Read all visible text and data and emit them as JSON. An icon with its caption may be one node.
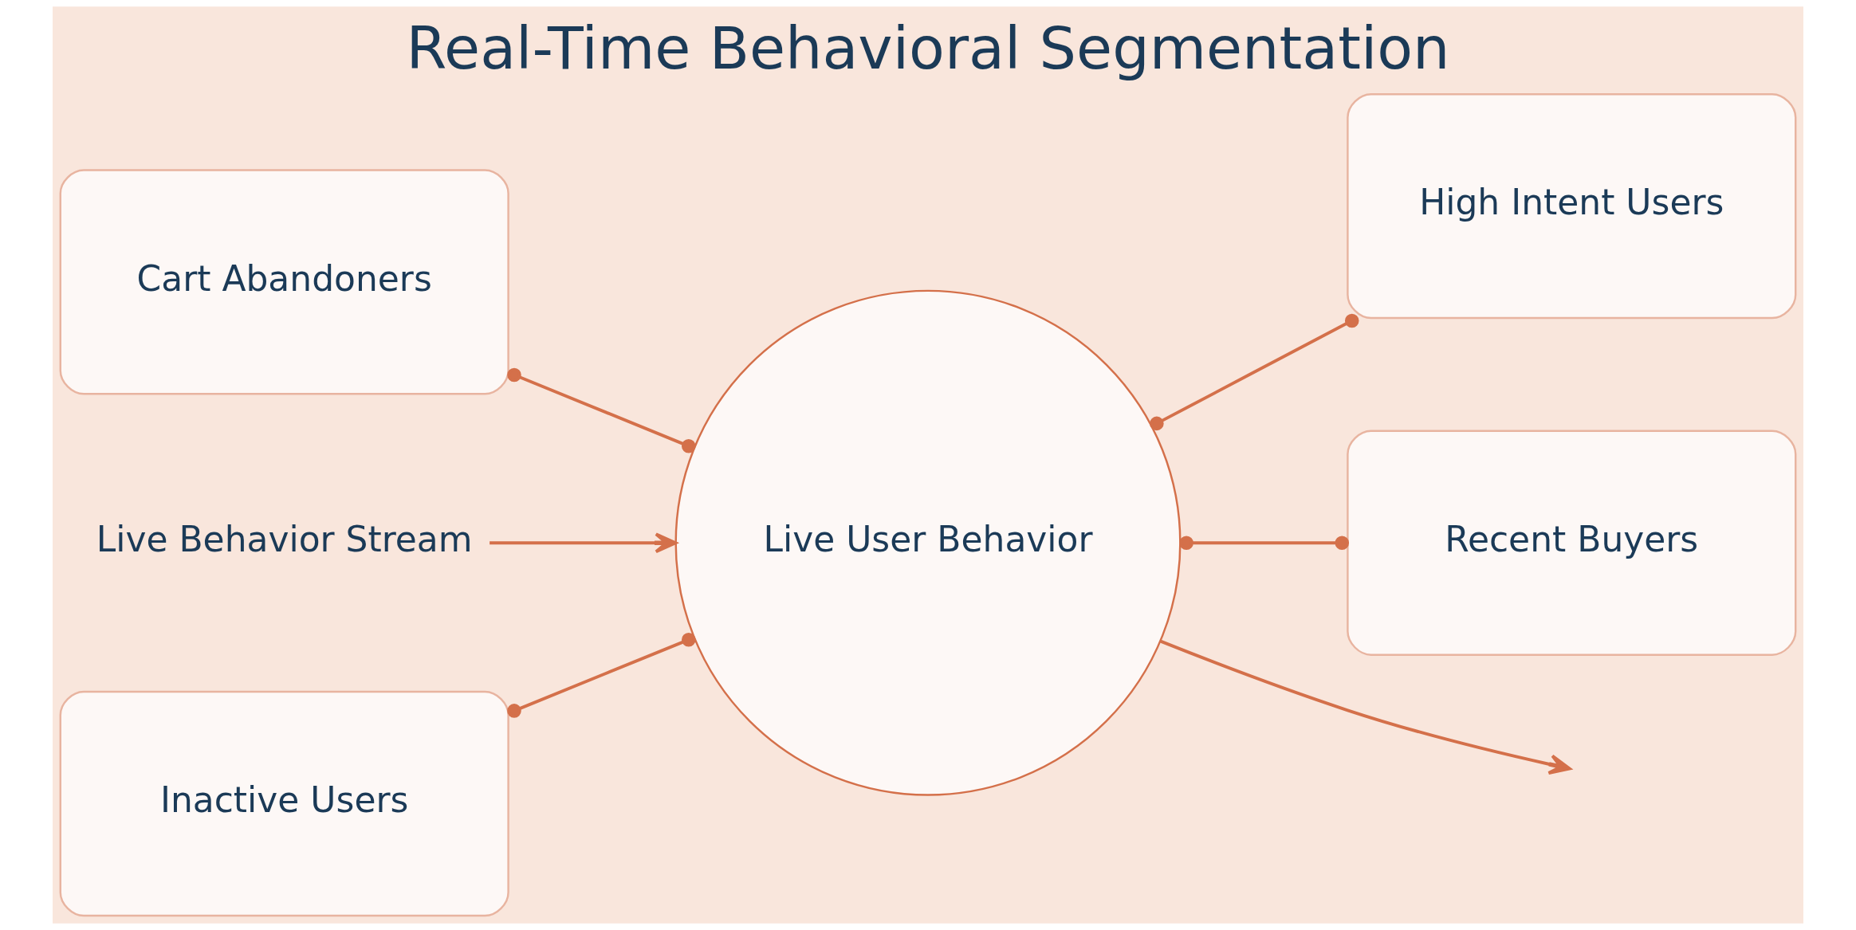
{
  "diagram": {
    "title": "Real-Time Behavioral Segmentation",
    "nodes": [
      {
        "text": [
          "Cart Abandoners"
        ]
      },
      {
        "text": [
          "High Intent Users"
        ]
      },
      {
        "text": [
          "Live Behavior Stream"
        ]
      },
      {
        "text": [
          "Live User Behavior"
        ]
      },
      {
        "text": [
          "Inactive Users"
        ]
      },
      {
        "text": [
          "Recent Buyers"
        ]
      }
    ],
    "edges": [
      {
        "from": 0,
        "to": 3,
        "arrow": "other"
      },
      {
        "from": 3,
        "to": 1,
        "arrow": "other"
      },
      {
        "from": 2,
        "to": 3,
        "arrow": "to"
      },
      {
        "from": 3,
        "to": null,
        "arrow": "to"
      },
      {
        "from": 4,
        "to": 3,
        "arrow": "other"
      },
      {
        "from": 3,
        "to": 5,
        "arrow": "other"
      }
    ]
  }
}
